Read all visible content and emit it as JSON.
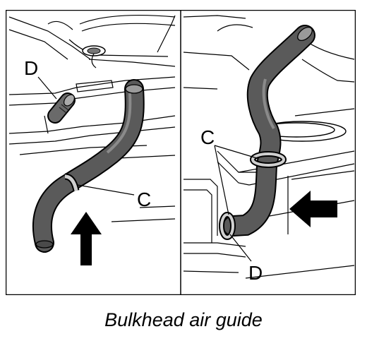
{
  "caption": "Bulkhead air guide",
  "left_panel": {
    "labels": {
      "hose_end": "D",
      "clamp": "C"
    }
  },
  "right_panel": {
    "labels": {
      "clamp": "C",
      "hose_end": "D"
    }
  },
  "colors": {
    "hose": "#5a5a5a",
    "hose_outline": "#000000",
    "arrow": "#000000",
    "line": "#000000"
  }
}
